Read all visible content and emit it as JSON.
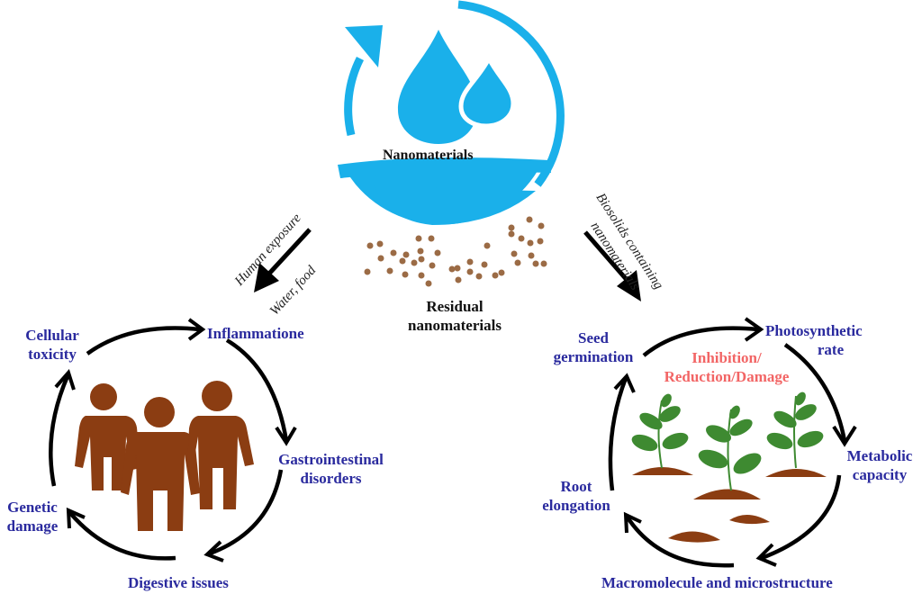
{
  "colors": {
    "water": "#1ab0ea",
    "particle": "#9b6b45",
    "human": "#8b3d12",
    "leaf": "#3e8a31",
    "soil": "#8b3d12",
    "label_blue": "#2a2a9e",
    "label_red": "#f26565"
  },
  "source": {
    "title": "Nanomaterials",
    "icon": "water-drops-cycle-icon"
  },
  "residual": {
    "line1": "Residual",
    "line2": "nanomaterials"
  },
  "left_pathway": {
    "line1": "Human exposure",
    "line2": "Water, food"
  },
  "right_pathway": {
    "line1": "Biosolids containing",
    "line2": "nanomaterials"
  },
  "human_cycle": {
    "items": [
      {
        "line1": "Cellular",
        "line2": "toxicity"
      },
      {
        "line1": "Inflammatione",
        "line2": ""
      },
      {
        "line1": "Gastrointestinal",
        "line2": "disorders"
      },
      {
        "line1": "Digestive issues",
        "line2": ""
      },
      {
        "line1": "Genetic",
        "line2": "damage"
      }
    ]
  },
  "plant_cycle": {
    "center": {
      "line1": "Inhibition/",
      "line2": "Reduction/Damage"
    },
    "items": [
      {
        "line1": "Seed",
        "line2": "germination"
      },
      {
        "line1": "Photosynthetic",
        "line2": "rate"
      },
      {
        "line1": "Metabolic",
        "line2": "capacity"
      },
      {
        "line1": "Macromolecule and microstructure",
        "line2": ""
      },
      {
        "line1": "Root",
        "line2": "elongation"
      }
    ]
  }
}
